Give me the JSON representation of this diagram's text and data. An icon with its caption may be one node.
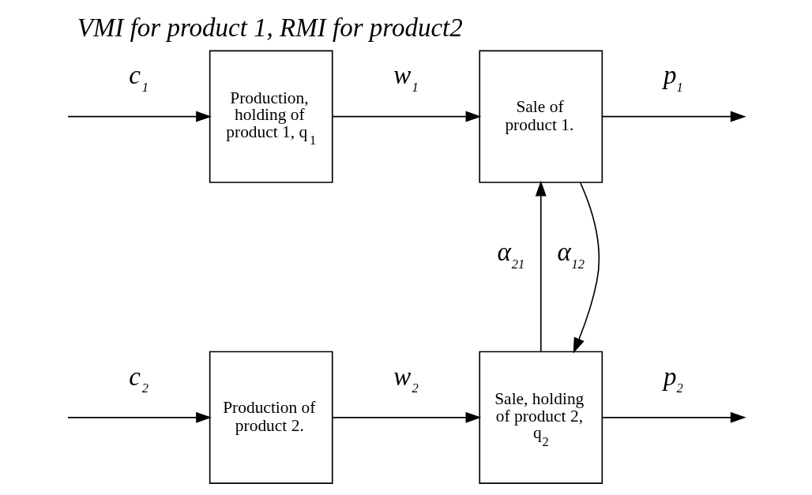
{
  "diagram": {
    "title": "VMI for product 1, RMI for product2",
    "nodes": [
      {
        "text": [
          "Production, holding of product 1, q$_{1}$"
        ]
      },
      {
        "text": [
          "Sale of product 1."
        ]
      },
      {
        "text": [
          "Production of product 2."
        ]
      },
      {
        "text": [
          "Sale, holding of product 2, q$_{2}$"
        ]
      }
    ],
    "edges": [
      {
        "from": null,
        "to": 0,
        "arrow": "to",
        "label": "c$_{1}$"
      },
      {
        "from": 0,
        "to": 1,
        "arrow": "to",
        "label": "w$_{1}$"
      },
      {
        "from": 1,
        "to": null,
        "arrow": "to",
        "label": "p$_{1}$"
      },
      {
        "from": null,
        "to": 2,
        "arrow": "to",
        "label": "c$_{2}$"
      },
      {
        "from": 2,
        "to": 3,
        "arrow": "to",
        "label": "w$_{2}$"
      },
      {
        "from": 3,
        "to": null,
        "arrow": "to",
        "label": "p$_{2}$"
      },
      {
        "from": 3,
        "to": 1,
        "arrow": "to",
        "label": "α$_{21}$"
      },
      {
        "from": 1,
        "to": 3,
        "arrow": "to",
        "label": "α$_{12}$"
      }
    ]
  }
}
